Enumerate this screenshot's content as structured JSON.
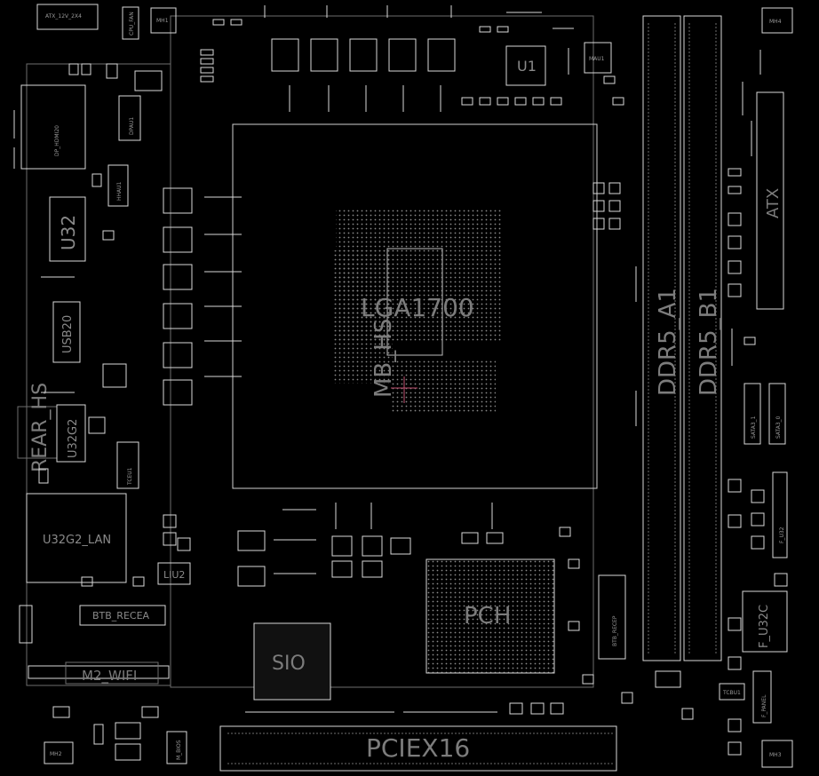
{
  "board": {
    "background": "#000000",
    "line_color": "#d8d8d8",
    "label_color": "#8a8a8a"
  },
  "labels": {
    "atx_12v": "ATX_12V_2X4",
    "cpu_fan": "CPU_FAN",
    "mh1": "MH1",
    "mh2": "MH2",
    "mh3": "MH3",
    "mh4": "MH4",
    "u1": "U1",
    "lga": "LGA1700",
    "mb_hs": "MB_HS",
    "dp_hdmi": "DP_HDMI20",
    "dpau1": "DPAU1",
    "hhau1": "HHAU1",
    "u32": "U32",
    "usb20": "USB20",
    "rear_hs": "REAR_HS",
    "u32g2": "U32G2",
    "tceu1": "TCEU1",
    "u32g2_lan": "U32G2_LAN",
    "liu2": "LIU2",
    "btb_recea": "BTB_RECEA",
    "m2_wifi": "M2_WIFI",
    "sio": "SIO",
    "pch": "PCH",
    "btb_recep": "BTB_RECEP",
    "pciex16": "PCIEX16",
    "ddr5_a1": "DDR5_A1",
    "ddr5_b1": "DDR5_B1",
    "atx": "ATX",
    "sata3_1": "SATA3_1",
    "sata3_0": "SATA3_0",
    "f_u32": "F_U32",
    "f_u32c": "F_U32C",
    "f_panel": "F_PANEL",
    "m_bios": "M_BIOS",
    "tcbu1": "TCBU1",
    "mau1": "MAU1"
  }
}
